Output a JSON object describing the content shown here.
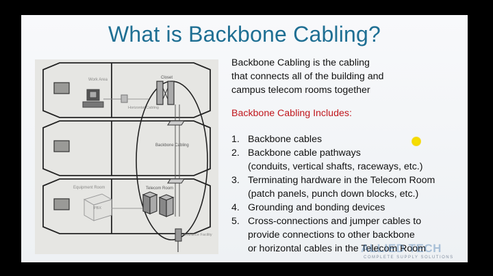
{
  "slide": {
    "title": "What is Backbone Cabling?",
    "intro_lines": [
      "Backbone Cabling is the cabling",
      "that connects all of the building and",
      "campus telecom rooms together"
    ],
    "includes_heading": "Backbone Cabling Includes:",
    "items": [
      {
        "num": "1.",
        "lines": [
          "Backbone cables"
        ]
      },
      {
        "num": "2.",
        "lines": [
          "Backbone cable pathways",
          "(conduits, vertical shafts, raceways, etc.)"
        ]
      },
      {
        "num": "3.",
        "lines": [
          "Terminating hardware in the Telecom Room",
          "(patch panels, punch down blocks, etc.)"
        ]
      },
      {
        "num": "4.",
        "lines": [
          "Grounding and bonding devices"
        ]
      },
      {
        "num": "5.",
        "lines": [
          "Cross-connections and jumper cables to",
          "provide connections to other backbone",
          "or horizontal cables in the Telecom Room"
        ]
      }
    ]
  },
  "diagram": {
    "labels": {
      "work_area": "Work Area",
      "horizontal_cabling": "Horizontal Cabling",
      "closet": "Closet",
      "backbone_cabling": "Backbone Cabling",
      "equipment_room": "Equipment Room",
      "telecom_room": "Telecom Room",
      "pbx": "PBX",
      "entrance_facility": "Entrance Facility"
    }
  },
  "logo": {
    "name": "ALLIED TECH",
    "tagline": "COMPLETE SUPPLY SOLUTIONS"
  },
  "colors": {
    "title": "#1f6f93",
    "includes_heading": "#c0161c",
    "pointer": "#f5e200"
  }
}
